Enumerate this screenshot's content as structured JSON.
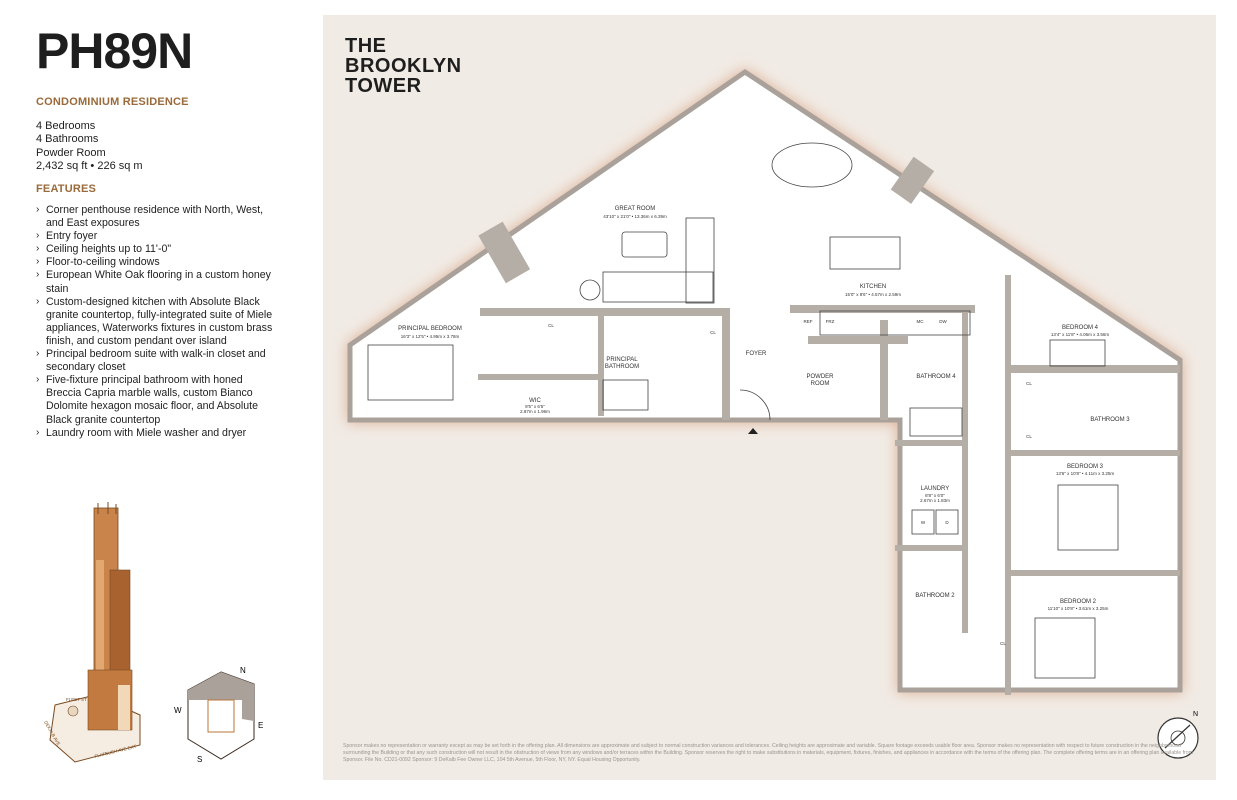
{
  "unit": "PH89N",
  "residence_type": "CONDOMINIUM RESIDENCE",
  "facts": [
    "4 Bedrooms",
    "4 Bathrooms",
    "Powder Room",
    "2,432 sq ft • 226 sq m"
  ],
  "features_heading": "FEATURES",
  "features": [
    "Corner penthouse residence with North, West, and East exposures",
    "Entry foyer",
    "Ceiling heights up to 11'-0\"",
    "Floor-to-ceiling windows",
    "European White Oak flooring in a custom honey stain",
    "Custom-designed kitchen with Absolute Black granite countertop, fully-integrated suite of Miele appliances, Waterworks fixtures in custom brass finish, and custom pendant over island",
    "Principal bedroom suite with walk-in closet and secondary closet",
    "Five-fixture principal bathroom with honed Breccia Capria marble walls, custom Bianco Dolomite hexagon mosaic floor, and Absolute Black granite countertop",
    "Laundry room with Miele washer and dryer"
  ],
  "brand": [
    "THE",
    "BROOKLYN",
    "TOWER"
  ],
  "rooms": {
    "great_room": {
      "name": "GREAT ROOM",
      "dims": "43'10\" x 21'0\" • 13.36m x 6.39m"
    },
    "kitchen": {
      "name": "KITCHEN",
      "dims": "15'0\" x 8'6\" • 4.57m x 2.59m"
    },
    "principal_bedroom": {
      "name": "PRINCIPAL BEDROOM",
      "dims": "16'3\" x 12'5\" • 4.95m x 3.78m"
    },
    "principal_bathroom": {
      "name": "PRINCIPAL",
      "name2": "BATHROOM"
    },
    "wic": {
      "name": "WIC",
      "dims": "9'5\" x 6'5\"",
      "dims2": "2.87m x 1.96m"
    },
    "foyer": {
      "name": "FOYER"
    },
    "powder_room": {
      "name": "POWDER",
      "name2": "ROOM"
    },
    "bathroom4": {
      "name": "BATHROOM 4"
    },
    "bathroom3": {
      "name": "BATHROOM 3"
    },
    "bathroom2": {
      "name": "BATHROOM 2"
    },
    "bedroom4": {
      "name": "BEDROOM 4",
      "dims": "13'4\" x 11'8\" • 4.06m x 3.56m"
    },
    "bedroom3": {
      "name": "BEDROOM 3",
      "dims": "13'6\" x 10'8\" • 4.11m x 3.25m"
    },
    "bedroom2": {
      "name": "BEDROOM 2",
      "dims": "11'10\" x 10'8\" • 3.61m x 3.25m"
    },
    "laundry": {
      "name": "LAUNDRY",
      "dims": "8'8\" x 6'0\"",
      "dims2": "2.67m x 1.83m"
    },
    "closet": "CL",
    "ref": "REF",
    "frz": "FRZ",
    "dw": "DW",
    "mc": "MC",
    "washer": "W",
    "dryer": "D"
  },
  "keyplan": {
    "n": "N",
    "s": "S",
    "e": "E",
    "w": "W"
  },
  "compass": "N",
  "streets": [
    "FLEET ST",
    "DEKALB AVE",
    "FLATBUSH AVE EXT"
  ],
  "disclaimer": "Sponsor makes no representation or warranty except as may be set forth in the offering plan. All dimensions are approximate and subject to normal construction variances and tolerances. Ceiling heights are approximate and variable. Square footage exceeds usable floor area. Sponsor makes no representation with respect to future construction in the neighborhood surrounding the Building or that any such construction will not result in the obstruction of views from any windows and/or terraces within the Building. Sponsor reserves the right to make substitutions in materials, equipment, fixtures, finishes, and appliances in accordance with the terms of the offering plan. The complete offering terms are in an offering plan available from Sponsor. File No. CD21-0092 Sponsor: 9 DeKalb Fee Owner LLC, 104 5th Avenue, 5th Floor, NY, NY. Equal Housing Opportunity.",
  "colors": {
    "accent": "#9a6a3a",
    "panel": "#f1ebe5",
    "wall": "#b5aea7",
    "tower": "#b8743a"
  }
}
